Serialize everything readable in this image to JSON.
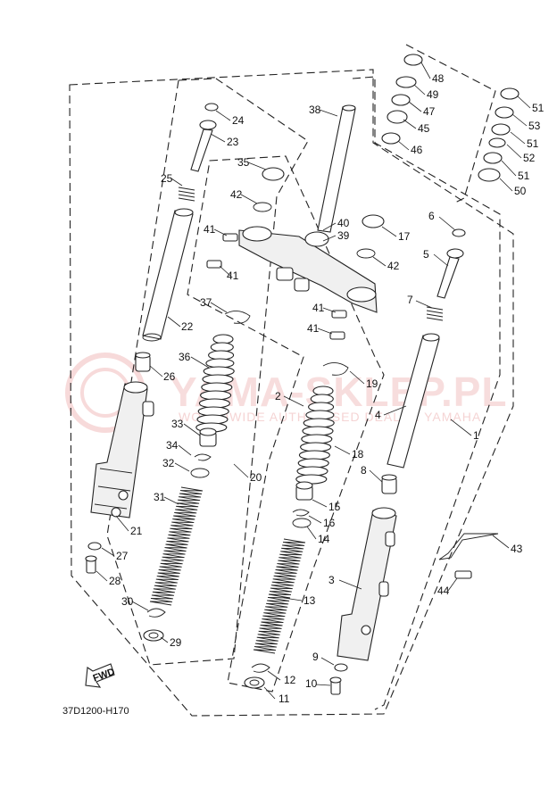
{
  "diagram_code": "37D1200-H170",
  "fwd_label": "FWD",
  "watermark": {
    "title": "YAMA-SKLEP.PL",
    "subtitle": "WORLDWIDE AUTHORISED DEALER YAMAHA"
  },
  "parts": [
    "1",
    "2",
    "3",
    "4",
    "5",
    "6",
    "7",
    "8",
    "9",
    "10",
    "11",
    "12",
    "13",
    "14",
    "15",
    "16",
    "17",
    "18",
    "19",
    "20",
    "21",
    "22",
    "23",
    "24",
    "25",
    "26",
    "27",
    "28",
    "29",
    "30",
    "31",
    "32",
    "33",
    "34",
    "35",
    "36",
    "37",
    "38",
    "39",
    "40",
    "41",
    "41",
    "41",
    "41",
    "42",
    "42",
    "43",
    "44",
    "45",
    "46",
    "47",
    "48",
    "49",
    "50",
    "51",
    "51",
    "51",
    "52",
    "53"
  ]
}
